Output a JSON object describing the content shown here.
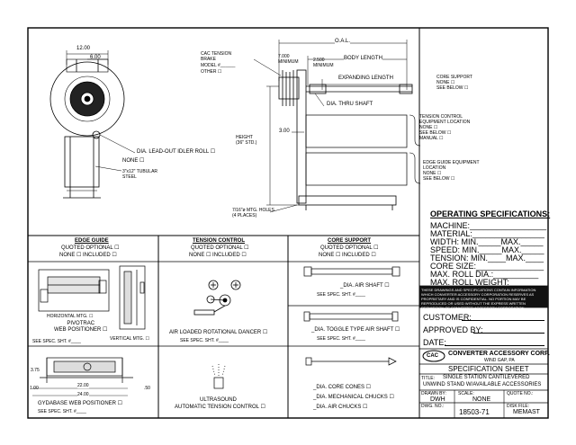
{
  "drawing": {
    "top_view_dims": [
      "12.00",
      "6.00"
    ],
    "labels": {
      "cac_tension_brake": "CAC TENSION\nBRAKE",
      "model": "MODEL #______",
      "other": "OTHER ☐",
      "dim_7000": "7.000\nMINIMUM",
      "dim_2500": "2.500\nMINIMUM",
      "oal": "O.A.L.",
      "body_length": "BODY LENGTH",
      "expanding_length": "EXPANDING LENGTH",
      "core_support": "CORE SUPPORT\nNONE ☐\nSEE BELOW ☐",
      "dia_thru_shaft": "DIA. THRU SHAFT",
      "tension_control_location": "TENSION CONTROL\nEQUIPMENT LOCATION\nNONE ☐\nSEE BELOW ☐\nMANUAL ☐",
      "height": "HEIGHT\n(36\" STD.)",
      "dim_300": "3.00",
      "dia_leadout": "DIA. LEAD-OUT IDLER ROLL ☐",
      "tubular_steel": "3\"x12\" TUBULAR\nSTEEL",
      "none_box": "NONE ☐",
      "edge_guide_location": "EDGE GUIDE EQUIPMENT\nLOCATION\nNONE ☐\nSEE BELOW ☐",
      "mtg_holes": "7/16\"ø MTG. HOLES\n(4 PLACES)"
    }
  },
  "operating_specs": {
    "title": "OPERATING SPECIFICATIONS:",
    "lines": [
      "MACHINE:_________________",
      "MATERIAL:________________",
      "WIDTH: MIN._____MAX._____",
      "SPEED: MIN._____MAX._____",
      "TENSION: MIN.____MAX.____",
      "CORE SIZE:_______________",
      "MAX. ROLL DIA.:__________",
      "MAX. ROLL WEIGHT:________"
    ]
  },
  "confidential_notice": "THESE DRAWINGS AND SPECIFICATIONS CONTAIN INFORMATION WHICH CONVERTER ACCESSORY CORPORATION RESERVES AS PROPRIETARY AND IS CONFIDENTIAL. NO PORTION MAY BE REPRODUCED OR USED WITHOUT THE EXPRESS WRITTEN PERMISSION OF CONVERTER ACCESSORY CORPORATION.",
  "customer_block": {
    "customer": "CUSTOMER:",
    "approved_by": "APPROVED BY:",
    "date": "DATE:"
  },
  "company": {
    "logo": "CAC",
    "name": "CONVERTER ACCESSORY CORP.",
    "location": "WIND GAP, PA"
  },
  "title_block": {
    "sheet_title": "SPECIFICATION SHEET",
    "title_label": "TITLE:",
    "title_line1": "SINGLE STATION CANTILEVERED",
    "title_line2": "UNWIND STAND W/AVAILABLE ACCESSORIES",
    "drawn_by_label": "DRAWN BY:",
    "scale_label": "SCALE:",
    "quote_label": "QUOTE NO.:",
    "drawn_by": "DWH",
    "scale": "NONE",
    "quote": "",
    "dwg_label": "DWG. NO.:",
    "disk_label": "DISK FILE:",
    "dwg_no": "18503-71",
    "disk_file": "MEMAST"
  },
  "edge_guide": {
    "header": "EDGE GUIDE",
    "quoted": "QUOTED OPTIONAL ☐",
    "none_included": "NONE ☐ INCLUDED ☐",
    "horizontal": "HORIZONTAL MTG. ☐",
    "vertical": "VERTICAL MTG. ☐",
    "pivotrac": "PIVOTRAC\nWEB POSITIONER ☐",
    "see_spec": "SEE SPEC. SHT. #____",
    "dim_375": "3.75",
    "dim_100": "1.00",
    "dim_2200": "22.00",
    "dim_2400": "24.00",
    "dim_50": ".50",
    "gydabase": "GYDABASE WEB POSITIONER ☐",
    "see_spec2": "SEE SPEC. SHT. #____"
  },
  "tension_control": {
    "header": "TENSION CONTROL",
    "quoted": "QUOTED OPTIONAL ☐",
    "none_included": "NONE ☐ INCLUDED ☐",
    "dancer": "AIR LOADED ROTATIONAL DANCER ☐",
    "see_spec": "SEE SPEC. SHT. #____",
    "ultrasound": "ULTRASOUND",
    "automatic": "AUTOMATIC TENSION CONTROL ☐"
  },
  "core_support": {
    "header": "CORE SUPPORT",
    "quoted": "QUOTED OPTIONAL ☐",
    "none_included": "NONE ☐ INCLUDED ☐",
    "air_shaft": "_DIA. AIR SHAFT ☐",
    "see_spec": "SEE SPEC. SHT. #____",
    "toggle": "_DIA. TOGGLE TYPE AIR SHAFT ☐",
    "see_spec2": "SEE SPEC. SHT. #____",
    "cones": "_DIA. CORE CONES ☐",
    "mech_chucks": "_DIA. MECHANICAL CHUCKS ☐",
    "air_chucks": "_DIA. AIR CHUCKS ☐"
  }
}
